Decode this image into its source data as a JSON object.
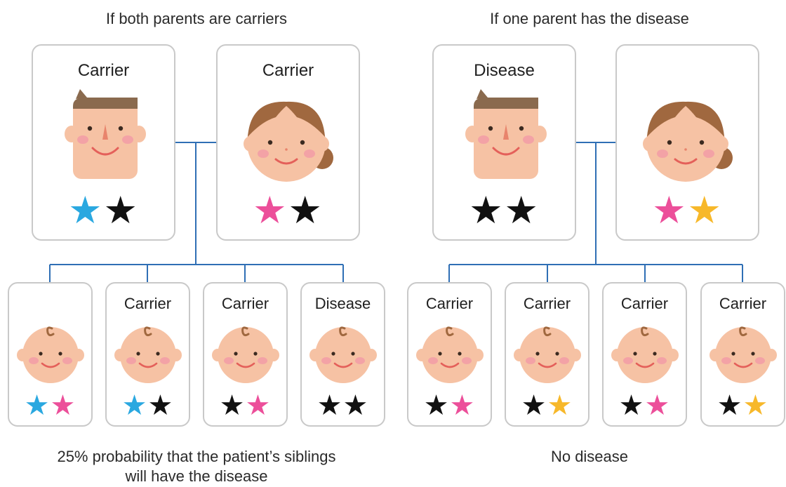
{
  "colors": {
    "line": "#2f6fb5",
    "star_blue": "#2aa8e0",
    "star_pink": "#ec4f9a",
    "star_black": "#111111",
    "star_yellow": "#f7b82a",
    "skin": "#f6c2a4",
    "hair": "#8a6a4e",
    "card_border": "#c9c9c9"
  },
  "left": {
    "title": "If both parents are carriers",
    "father": {
      "label": "Carrier",
      "stars": [
        "blue",
        "black"
      ]
    },
    "mother": {
      "label": "Carrier",
      "stars": [
        "pink",
        "black"
      ]
    },
    "children": [
      {
        "label": "",
        "stars": [
          "blue",
          "pink"
        ]
      },
      {
        "label": "Carrier",
        "stars": [
          "blue",
          "black"
        ]
      },
      {
        "label": "Carrier",
        "stars": [
          "black",
          "pink"
        ]
      },
      {
        "label": "Disease",
        "stars": [
          "black",
          "black"
        ]
      }
    ],
    "caption_line1": "25% probability that the patient’s siblings",
    "caption_line2": "will have the disease"
  },
  "right": {
    "title": "If one parent has the disease",
    "father": {
      "label": "Disease",
      "stars": [
        "black",
        "black"
      ]
    },
    "mother": {
      "label": "",
      "stars": [
        "pink",
        "yellow"
      ]
    },
    "children": [
      {
        "label": "Carrier",
        "stars": [
          "black",
          "pink"
        ]
      },
      {
        "label": "Carrier",
        "stars": [
          "black",
          "yellow"
        ]
      },
      {
        "label": "Carrier",
        "stars": [
          "black",
          "pink"
        ]
      },
      {
        "label": "Carrier",
        "stars": [
          "black",
          "yellow"
        ]
      }
    ],
    "caption": "No disease"
  }
}
